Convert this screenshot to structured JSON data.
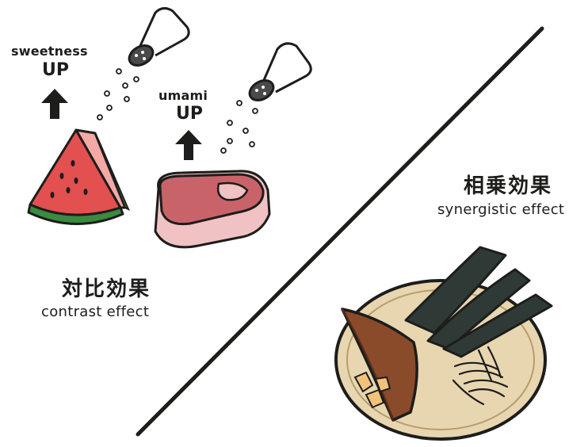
{
  "contrast": {
    "sweetness_label": "sweetness",
    "sweetness_up": "UP",
    "umami_label": "umami",
    "umami_up": "UP",
    "title_jp": "対比効果",
    "title_en": "contrast effect"
  },
  "synergy": {
    "title_jp": "相乗効果",
    "title_en": "synergistic effect"
  },
  "colors": {
    "ink": "#1d1d1b",
    "watermelon_red": "#e2504f",
    "watermelon_rind": "#3a8a3f",
    "meat_red": "#c9636a",
    "fat_pink": "#f0c2c4",
    "plate": "#e7d6b0",
    "kombu": "#2f3a36",
    "katsuobushi": "#8a4b2a"
  }
}
